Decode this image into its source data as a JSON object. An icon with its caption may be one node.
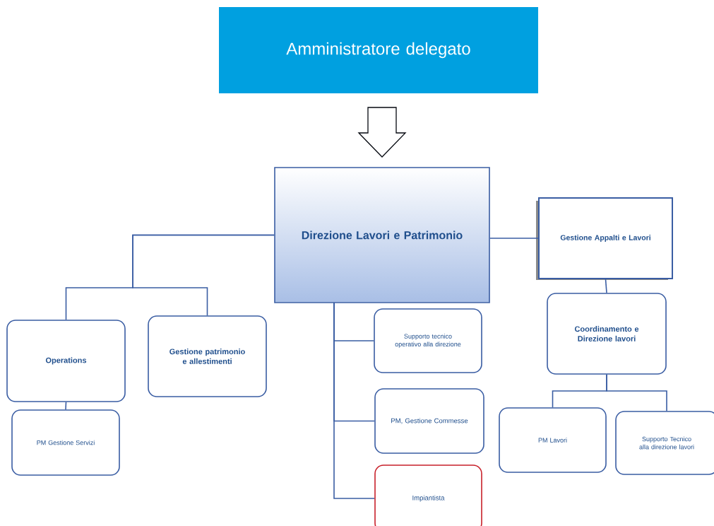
{
  "diagram": {
    "nodes": [
      {
        "text": [
          "Amministratore delegato"
        ]
      },
      {
        "text": [
          "Direzione Lavori e Patrimonio"
        ]
      },
      {
        "text": [
          "Operations"
        ]
      },
      {
        "text": [
          "Gestione patrimonio e allestimenti"
        ]
      },
      {
        "text": [
          "PM Gestione Servizi"
        ]
      },
      {
        "text": [
          "Supporto tecnico operativo alla direzione"
        ]
      },
      {
        "text": [
          "PM, Gestione Commesse"
        ]
      },
      {
        "text": [
          "Impiantista"
        ]
      },
      {
        "text": [
          "Gestione Appalti e Lavori"
        ]
      },
      {
        "text": [
          "Coordinamento e Direzione lavori"
        ]
      },
      {
        "text": [
          "PM Lavori"
        ]
      },
      {
        "text": [
          "Supporto Tecnico alla direzione lavori"
        ]
      }
    ],
    "edges": [
      {
        "from": 0,
        "to": 1,
        "arrow": "to"
      },
      {
        "from": 1,
        "to": 2,
        "arrow": "none"
      },
      {
        "from": 1,
        "to": 3,
        "arrow": "none"
      },
      {
        "from": 2,
        "to": 4,
        "arrow": "none"
      },
      {
        "from": 1,
        "to": 5,
        "arrow": "none"
      },
      {
        "from": 1,
        "to": 6,
        "arrow": "none"
      },
      {
        "from": 1,
        "to": 7,
        "arrow": "none"
      },
      {
        "from": 1,
        "to": 8,
        "arrow": "none"
      },
      {
        "from": 8,
        "to": 9,
        "arrow": "none"
      },
      {
        "from": 9,
        "to": 10,
        "arrow": "none"
      },
      {
        "from": 9,
        "to": 11,
        "arrow": "none"
      }
    ]
  }
}
